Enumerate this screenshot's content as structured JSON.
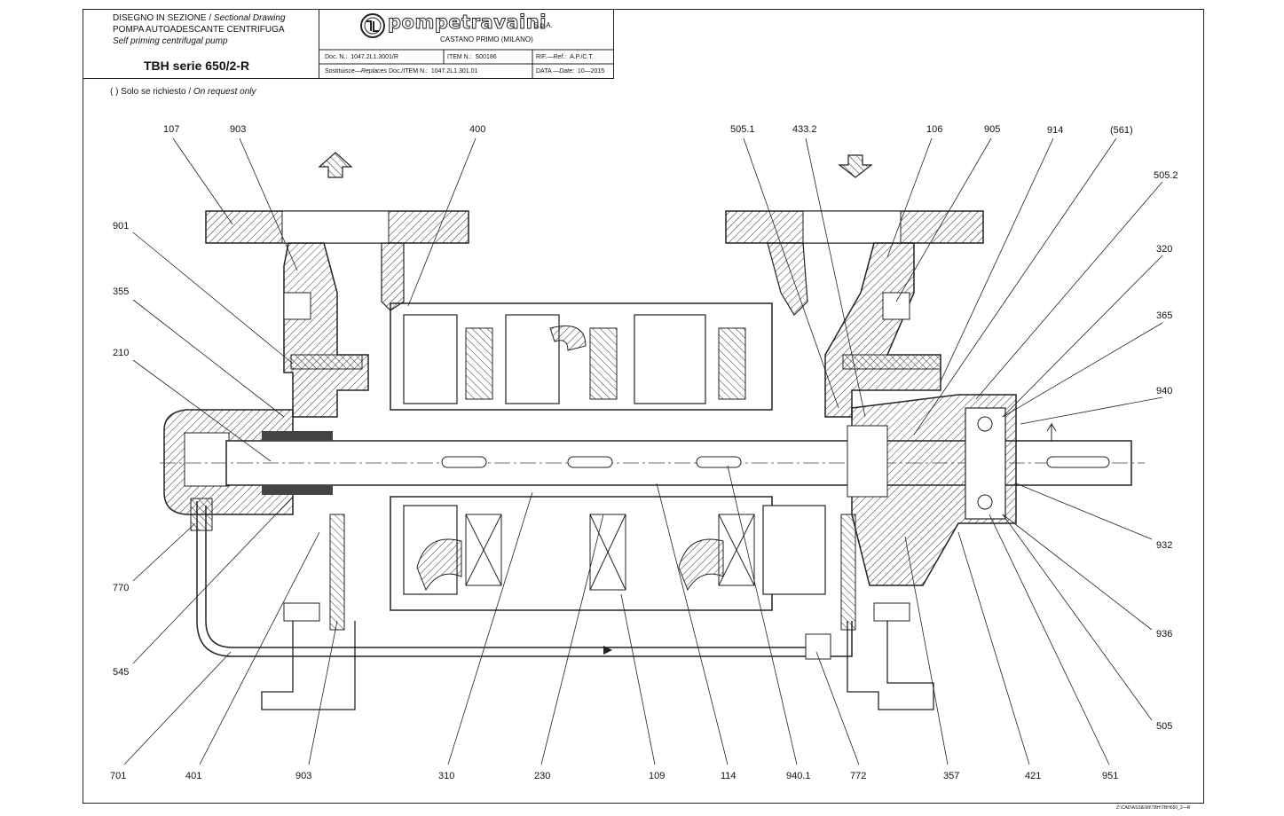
{
  "title_block": {
    "line1_it": "DISEGNO IN SEZIONE",
    "line1_sep": " / ",
    "line1_en": "Sectional Drawing",
    "line2_it": "POMPA AUTOADESCANTE CENTRIFUGA",
    "line3_en": "Self priming centrifugal  pump",
    "model": "TBH serie 650/2-R",
    "company": "pompetravaini",
    "company_suffix": "S.p.A.",
    "location": "CASTANO PRIMO  (MILANO)",
    "doc_label": "Doc. N.:",
    "doc_value": "1047.2L1.3001/R",
    "item_label": "ITEM N.:",
    "item_value": "S00186",
    "rif_label": "RIF.—",
    "rif_label_en": "Ref.:",
    "rif_value": "A.P./C.T.",
    "replaces_label": "Sostituisce—",
    "replaces_label_en": "Replaces",
    "replaces_mid": "Doc./ITEM N.:",
    "replaces_value": "1047.2L1.301.01",
    "date_label": "DATA —",
    "date_label_en": "Date:",
    "date_value": "10—2015"
  },
  "note": {
    "text_it": "( ) Solo se richiesto / ",
    "text_en": "On request only"
  },
  "footer": "Z:\\CAD\\ASSIEMI\\TBH\\TBH650_2—R",
  "part_labels": {
    "p107": "107",
    "p903a": "903",
    "p400": "400",
    "p505_1": "505.1",
    "p433_2": "433.2",
    "p106": "106",
    "p905": "905",
    "p914": "914",
    "p561": "(561)",
    "p505_2": "505.2",
    "p320": "320",
    "p365": "365",
    "p940": "940",
    "p932": "932",
    "p936": "936",
    "p505": "505",
    "p901": "901",
    "p355": "355",
    "p210": "210",
    "p770": "770",
    "p545": "545",
    "p701": "701",
    "p401": "401",
    "p903b": "903",
    "p310": "310",
    "p230": "230",
    "p109": "109",
    "p114": "114",
    "p940_1": "940.1",
    "p772": "772",
    "p357": "357",
    "p421": "421",
    "p951": "951"
  }
}
